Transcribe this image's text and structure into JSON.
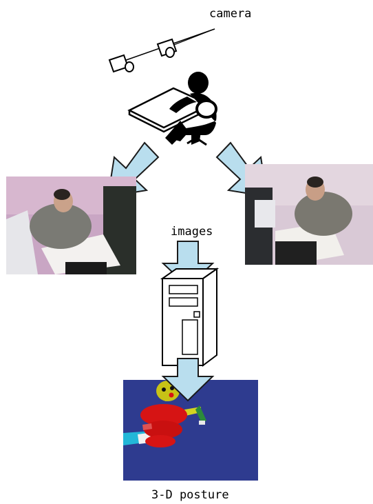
{
  "labels": {
    "camera": "camera",
    "images": "images",
    "posture": "3-D posture"
  },
  "colors": {
    "arrow_fill": "#b9deee",
    "arrow_stroke": "#1a1a1a",
    "room_left": "#c9a6c4",
    "room_right": "#d9c9d6",
    "posture_bg": "#2e3b8f"
  }
}
